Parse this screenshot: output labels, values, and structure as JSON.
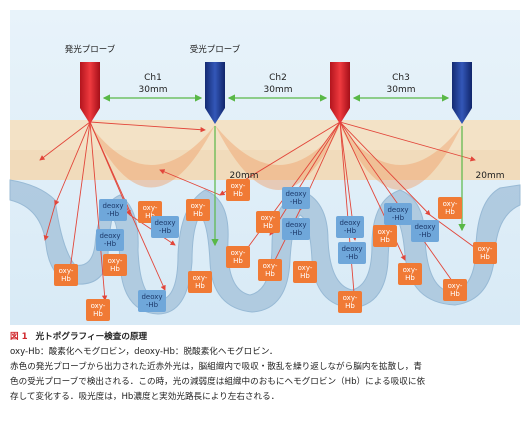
{
  "probes": {
    "emit_label": "発光プローブ",
    "detect_label": "受光プローブ",
    "emit_color": "#d9232e",
    "detect_color": "#1f3b8f"
  },
  "channels": [
    {
      "name": "Ch1",
      "distance": "30mm"
    },
    {
      "name": "Ch2",
      "distance": "30mm"
    },
    {
      "name": "Ch3",
      "distance": "30mm"
    }
  ],
  "depth_label": "20mm",
  "depth_label_right": "20mm",
  "hb_labels": {
    "oxy": [
      "oxy-",
      "Hb"
    ],
    "deoxy": [
      "deoxy",
      "-Hb"
    ]
  },
  "colors": {
    "background": "#dfeef7",
    "scalp": "#f3e2c6",
    "oxy": "#f07a35",
    "deoxy": "#6fa7da",
    "channel_line": "#59b847",
    "light_path": "#e2463a"
  },
  "caption": {
    "figure_number": "図 1",
    "title": "光トポグラフィー検査の原理",
    "lines": [
      "oxy-Hb：酸素化ヘモグロビン，deoxy-Hb：脱酸素化ヘモグロビン．",
      "赤色の発光プローブから出力された近赤外光は，脳組織内で吸収・散乱を繰り返しながら脳内を拡散し，青",
      "色の受光プローブで検出される．この時，光の減弱度は組織中のおもにヘモグロビン（Hb）による吸収に依",
      "存して変化する．吸光度は，Hb濃度と実効光路長により左右される．"
    ]
  }
}
